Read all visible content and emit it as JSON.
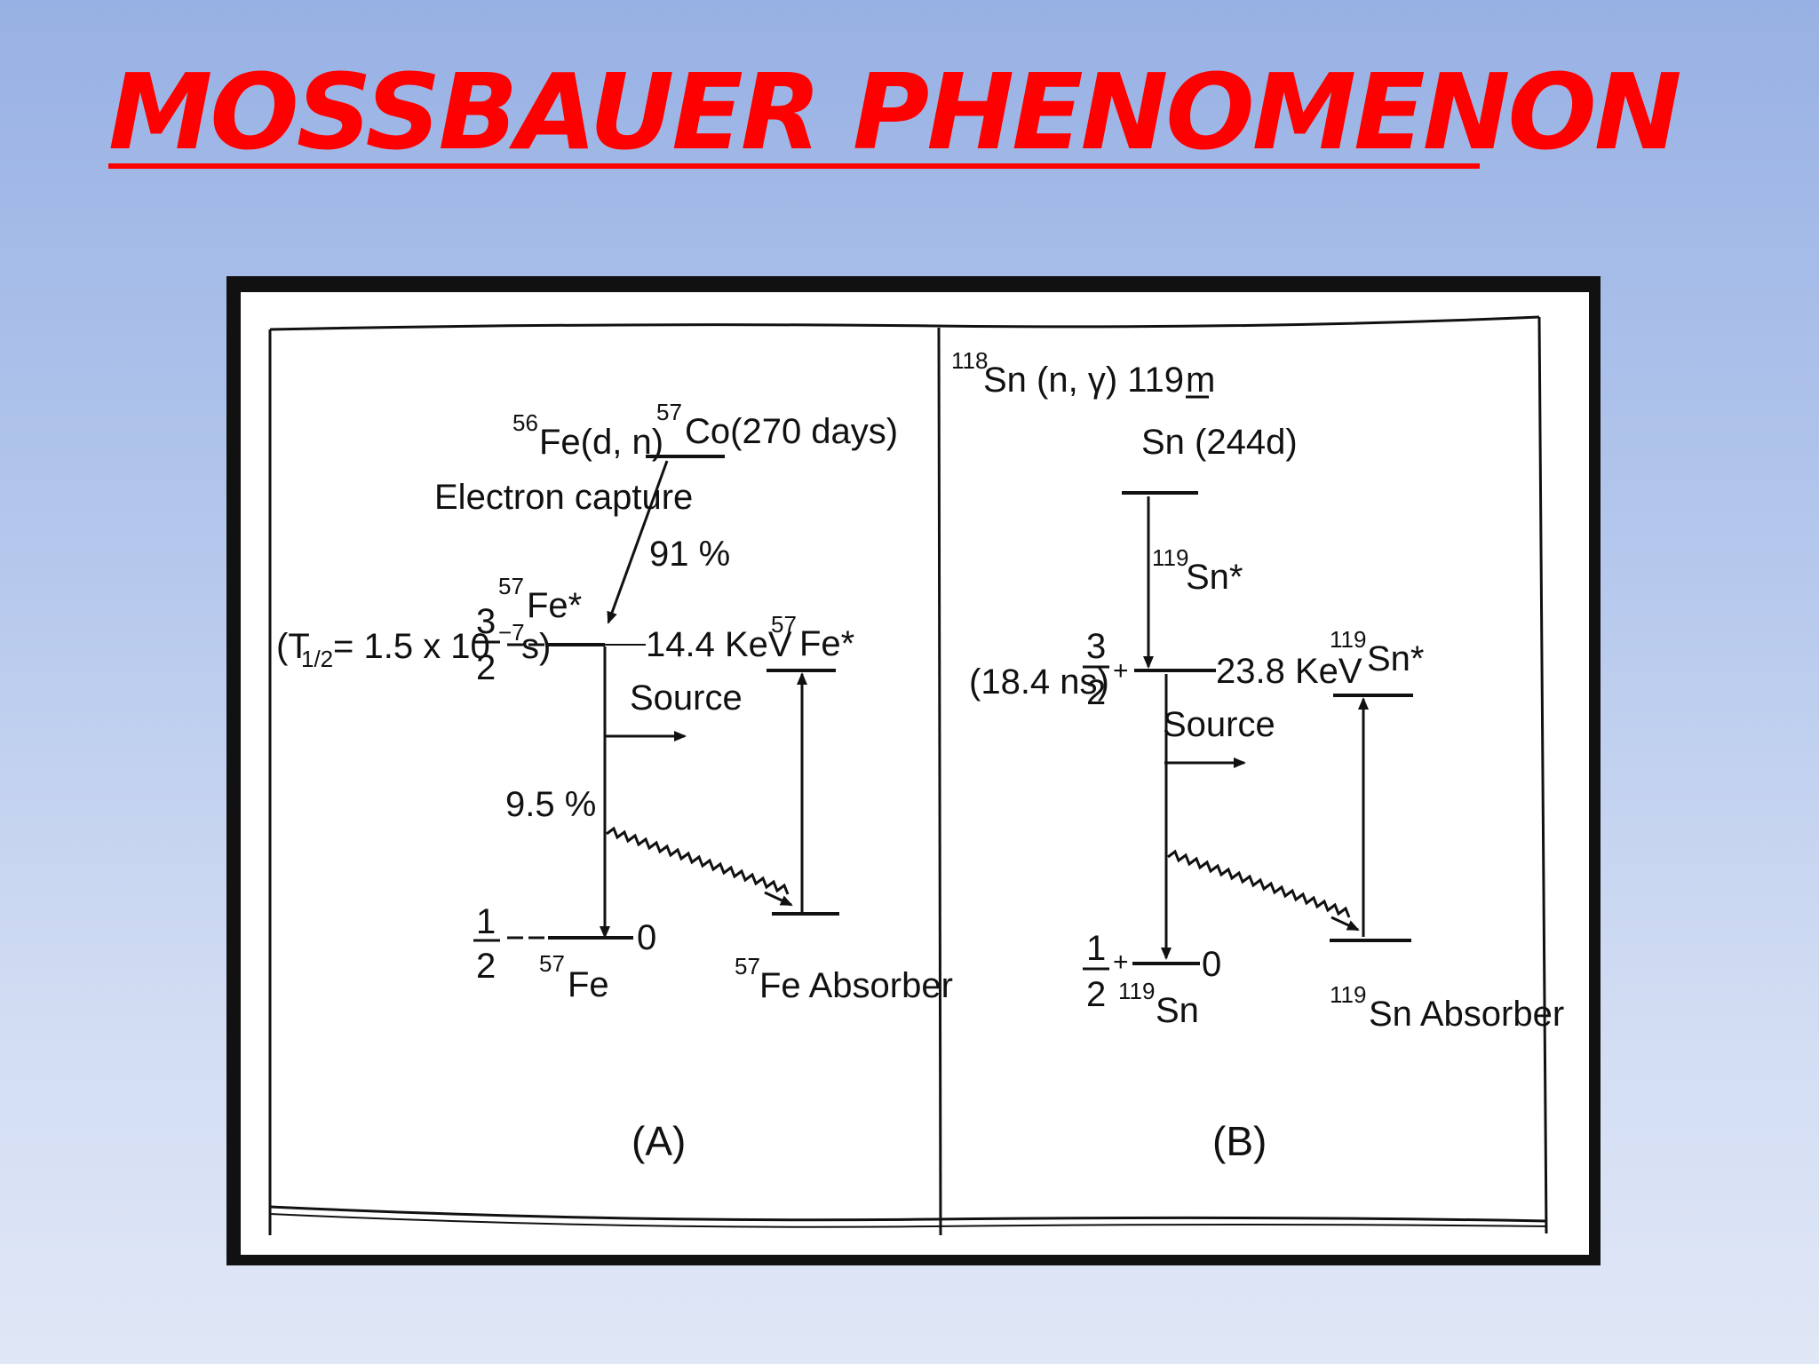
{
  "slide": {
    "title": "MOSSBAUER PHENOMENON",
    "colors": {
      "title": "#ff0000",
      "background_top": "#98b1e4",
      "background_bottom": "#e0e7f6",
      "frame": "#111111"
    }
  },
  "panel_a": {
    "production_target": "Fe(d, n)",
    "production_target_mass": "56",
    "parent": "Co(270 days)",
    "parent_mass": "57",
    "decay_mode": "Electron capture",
    "capture_percent": "91 %",
    "halflife_prefix": "(T",
    "halflife_sub": "1/2",
    "halflife_value": " = 1.5 x 10",
    "halflife_exp": "−7",
    "halflife_unit": "s)",
    "spin_excited_num": "3",
    "spin_excited_den": "2",
    "excited_nuclide": "Fe*",
    "excited_mass": "57",
    "excited_energy": "14.4 KeV",
    "source_label": "Source",
    "branch_percent": "9.5 %",
    "absorber_excited": "Fe*",
    "absorber_excited_mass": "57",
    "spin_ground_num": "1",
    "spin_ground_den": "2",
    "ground_energy": "0",
    "ground_nuclide": "Fe",
    "ground_mass": "57",
    "absorber_label": "Fe Absorber",
    "absorber_mass": "57",
    "caption": "(A)"
  },
  "panel_b": {
    "production_target": "Sn (n, γ) 119",
    "production_target_mass": "118",
    "production_m": "m",
    "parent": "Sn (244d)",
    "excited_arrow_label": "Sn*",
    "excited_arrow_mass": "119",
    "halflife": "(18.4 ns)",
    "spin_excited_num": "3",
    "spin_excited_den": "2",
    "parity_excited": "+",
    "excited_energy": "23.8 KeV",
    "source_label": "Source",
    "absorber_excited": "Sn*",
    "absorber_excited_mass": "119",
    "spin_ground_num": "1",
    "spin_ground_den": "2",
    "parity_ground": "+",
    "ground_energy": "0",
    "ground_nuclide": "Sn",
    "ground_mass": "119",
    "absorber_label": "Sn Absorber",
    "absorber_mass": "119",
    "caption": "(B)"
  }
}
